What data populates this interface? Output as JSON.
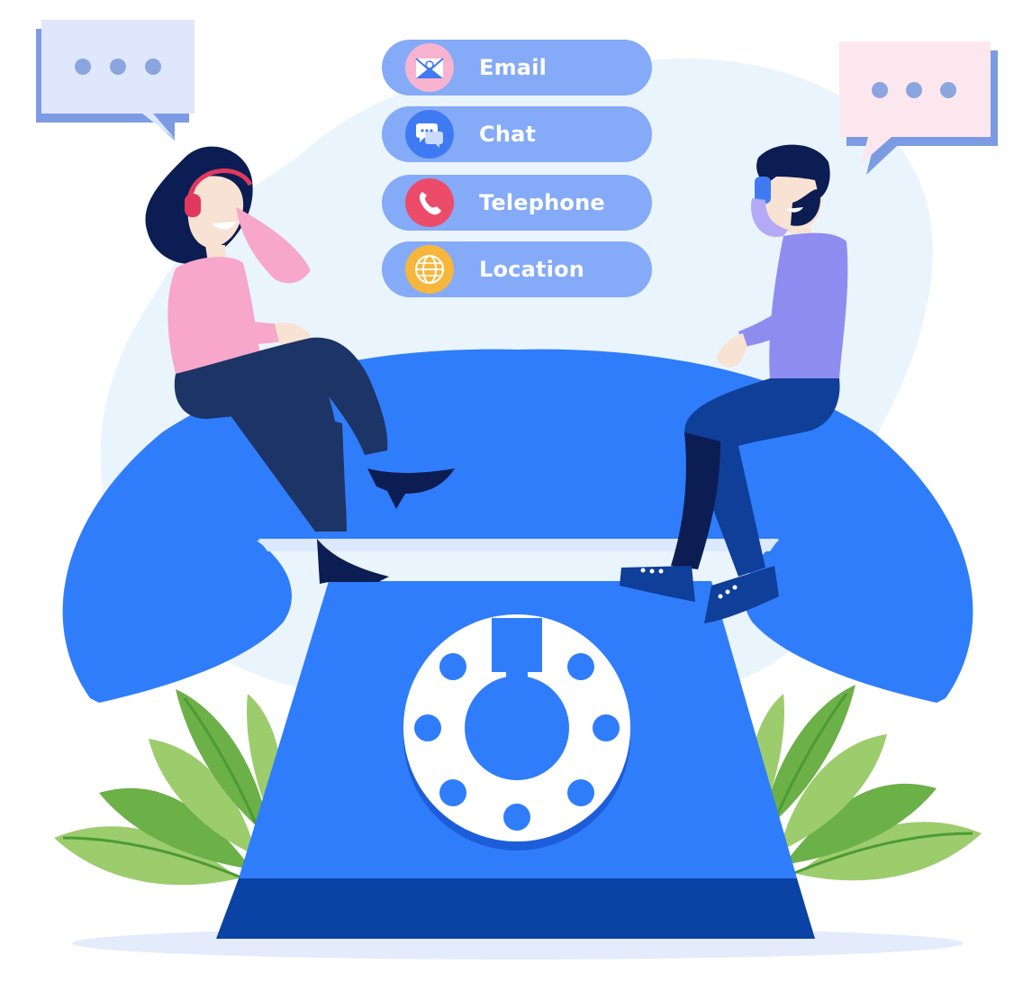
{
  "contact_menu": {
    "items": [
      {
        "label": "Email",
        "icon": "email-icon",
        "icon_bg": "#f7b3d0"
      },
      {
        "label": "Chat",
        "icon": "chat-icon",
        "icon_bg": "#3f7af3"
      },
      {
        "label": "Telephone",
        "icon": "phone-icon",
        "icon_bg": "#ec4b6a"
      },
      {
        "label": "Location",
        "icon": "globe-icon",
        "icon_bg": "#f6b73c"
      }
    ]
  },
  "colors": {
    "pill": "#84aaf8",
    "phone_body": "#2f7dfb",
    "phone_base": "#0a43a3",
    "background_blob": "#eaf4fd",
    "leaf_dark": "#6cb048",
    "leaf_light": "#9ccc6c",
    "bubble_left": "#dfe7fd",
    "bubble_right": "#fde7ee"
  }
}
